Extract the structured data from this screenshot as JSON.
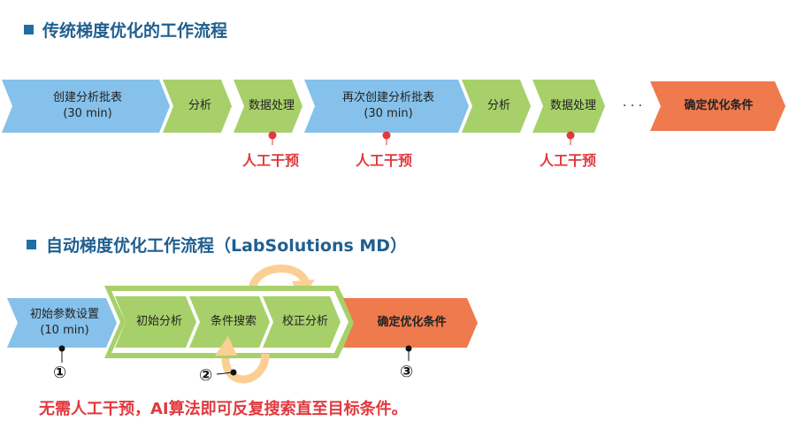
{
  "section1": {
    "title": "传统梯度优化的工作流程",
    "steps": [
      {
        "label": "创建分析批表",
        "sub": "(30 min)",
        "color": "#85c1ea"
      },
      {
        "label": "分析",
        "color": "#a8d06a"
      },
      {
        "label": "数据处理",
        "color": "#a8d06a"
      },
      {
        "label": "再次创建分析批表",
        "sub": "(30 min)",
        "color": "#85c1ea"
      },
      {
        "label": "分析",
        "color": "#a8d06a"
      },
      {
        "label": "数据处理",
        "color": "#a8d06a"
      },
      {
        "label": "确定优化条件",
        "color": "#ef7a4e"
      }
    ],
    "ellipsis": "· · ·",
    "intervention": [
      "人工干预",
      "人工干预",
      "人工干预"
    ]
  },
  "section2": {
    "title": "自动梯度优化工作流程（LabSolutions MD）",
    "steps": [
      {
        "label": "初始参数设置",
        "sub": "(10 min)"
      },
      {
        "label": "初始分析"
      },
      {
        "label": "条件搜索"
      },
      {
        "label": "校正分析"
      },
      {
        "label": "确定优化条件"
      }
    ],
    "markers": [
      "①",
      "②",
      "③"
    ],
    "note": "无需人工干预，AI算法即可反复搜索直至目标条件。"
  },
  "colors": {
    "blue": "#85c1ea",
    "green": "#a8d06a",
    "orange": "#ef7a4e",
    "red": "#e0393e",
    "arrow": "#fbcf93"
  }
}
